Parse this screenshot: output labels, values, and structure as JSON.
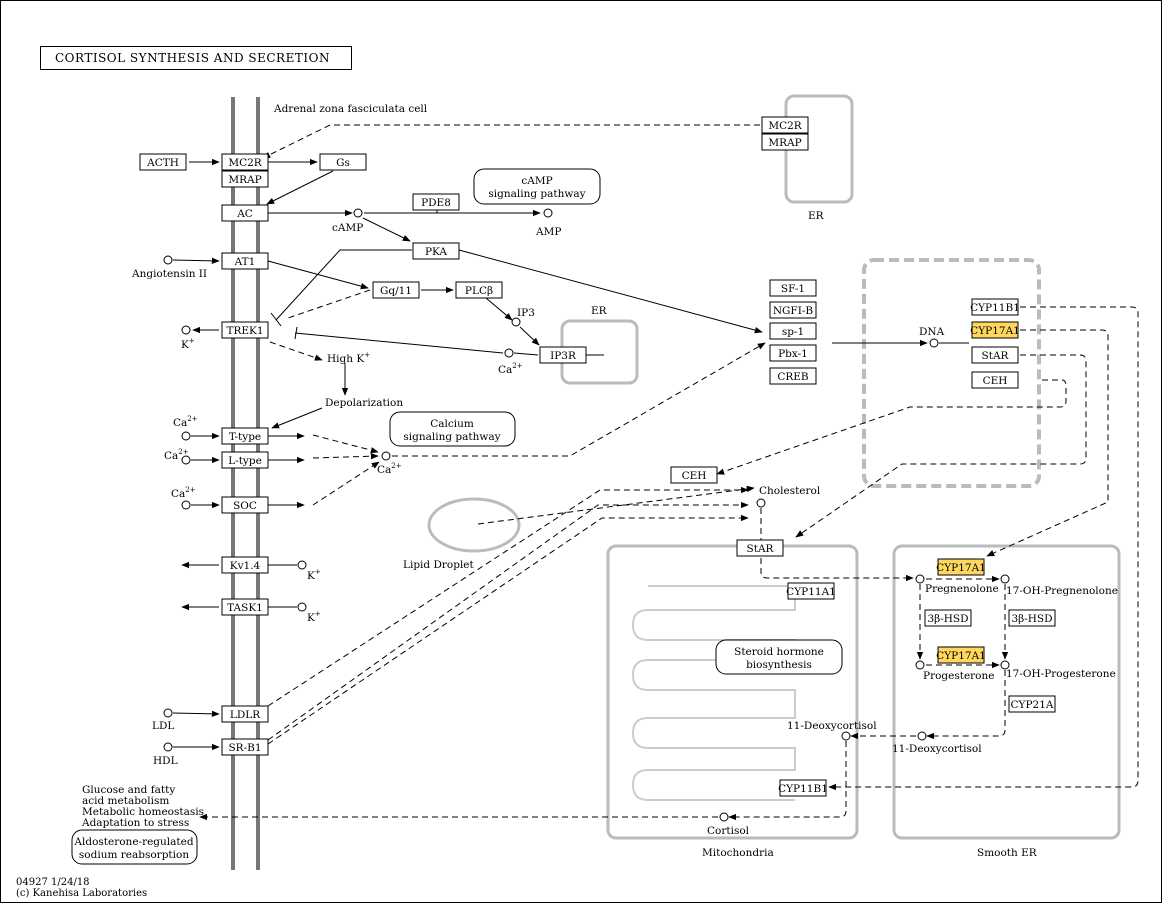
{
  "title": "CORTISOL SYNTHESIS AND SECRETION",
  "cell_label": "Adrenal zona fasciculata cell",
  "genes": {
    "acth": "ACTH",
    "mc2r": "MC2R",
    "mrap": "MRAP",
    "gs": "Gs",
    "ac": "AC",
    "pde8": "PDE8",
    "at1": "AT1",
    "pka": "PKA",
    "gq11": "Gq/11",
    "plcb": "PLCβ",
    "trek1": "TREK1",
    "ip3r": "IP3R",
    "ttype": "T-type",
    "ltype": "L-type",
    "soc": "SOC",
    "kv14": "Kv1.4",
    "task1": "TASK1",
    "ldlr": "LDLR",
    "srb1": "SR-B1",
    "sf1": "SF-1",
    "ngfib": "NGFI-B",
    "sp1": "sp-1",
    "pbx1": "Pbx-1",
    "creb": "CREB",
    "cyp11b1_nuc": "CYP11B1",
    "cyp17a1_nuc": "CYP17A1",
    "star_nuc": "StAR",
    "ceh_nuc": "CEH",
    "ceh": "CEH",
    "star": "StAR",
    "cyp11a1": "CYP11A1",
    "cyp11b1_mito": "CYP11B1",
    "cyp17a1_a": "CYP17A1",
    "cyp17a1_b": "CYP17A1",
    "hsd_a": "3β-HSD",
    "hsd_b": "3β-HSD",
    "cyp21a": "CYP21A",
    "mc2r_er": "MC2R",
    "mrap_er": "MRAP"
  },
  "compounds": {
    "camp": "cAMP",
    "amp": "AMP",
    "angiotensin": "Angiotensin II",
    "k": "K",
    "ip3": "IP3",
    "ca": "Ca",
    "high_k": "High K",
    "depolarization": "Depolarization",
    "dna": "DNA",
    "cholesterol": "Cholesterol",
    "lipid_droplet": "Lipid Droplet",
    "ldl": "LDL",
    "hdl": "HDL",
    "pregnenolone": "Pregnenolone",
    "oh_pregnenolone": "17-OH-Pregnenolone",
    "progesterone": "Progesterone",
    "oh_progesterone": "17-OH-Progesterone",
    "deoxycortisol": "11-Deoxycortisol",
    "cortisol": "Cortisol"
  },
  "pathways": {
    "camp_line1": "cAMP",
    "camp_line2": "signaling pathway",
    "calcium_line1": "Calcium",
    "calcium_line2": "signaling pathway",
    "steroid_line1": "Steroid hormone",
    "steroid_line2": "biosynthesis",
    "aldosterone_line1": "Aldosterone-regulated",
    "aldosterone_line2": "sodium reabsorption"
  },
  "organelles": {
    "er": "ER",
    "mitochondria": "Mitochondria",
    "smooth_er": "Smooth ER"
  },
  "outputs": [
    "Glucose and fatty",
    "acid metabolism",
    "Metabolic homeostasis",
    "Adaptation to stress"
  ],
  "superscripts": {
    "plus": "+",
    "two_plus": "2+"
  },
  "footer": {
    "line1": "04927 1/24/18",
    "line2": "(c) Kanehisa Laboratories"
  },
  "colors": {
    "highlight": "#ffd75e",
    "organelle": "#bbbbbb",
    "membrane": "#777777"
  }
}
